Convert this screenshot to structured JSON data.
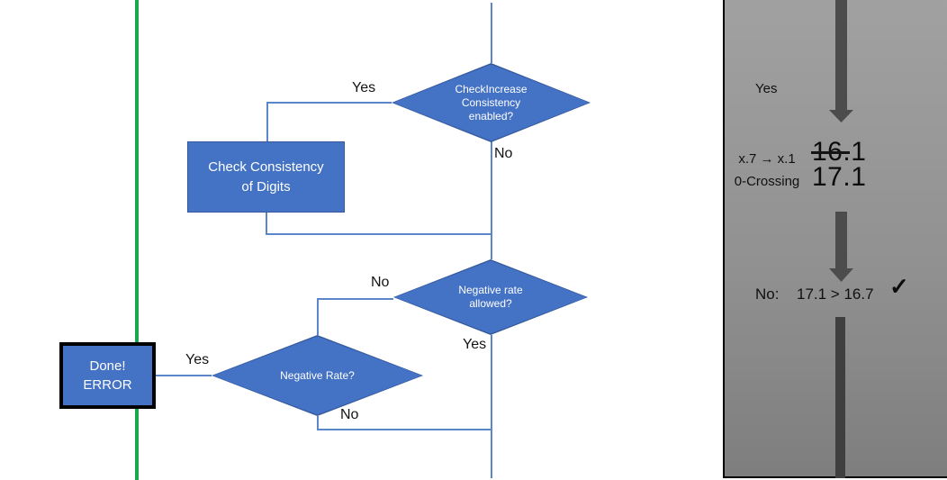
{
  "slide": {
    "flowchart": {
      "decisions": {
        "check_increase": {
          "line1": "CheckIncrease",
          "line2": "Consistency",
          "line3": "enabled?"
        },
        "negative_allowed": {
          "line1": "Negative rate",
          "line2": "allowed?"
        },
        "negative_rate": {
          "line1": "Negative Rate?"
        }
      },
      "process": {
        "line1": "Check Consistency",
        "line2": "of Digits"
      },
      "terminal": {
        "line1": "Done!",
        "line2": "ERROR"
      },
      "labels": {
        "check_increase_yes": "Yes",
        "check_increase_no": "No",
        "negative_allowed_no": "No",
        "negative_allowed_yes": "Yes",
        "negative_rate_yes": "Yes",
        "negative_rate_no": "No"
      }
    },
    "panel": {
      "yes_label": "Yes",
      "rule_line1": "x.7 → x.1",
      "rule_line2": "0-Crossing",
      "old_value": "16.1",
      "new_value": "17.1",
      "no_label": "No:",
      "comparison": "17.1 > 16.7",
      "checkmark": "✓"
    },
    "colors": {
      "shape_fill": "#4472c4",
      "shape_border": "#35599c",
      "connector": "#5b87ca",
      "guide_green": "#1aa64d",
      "panel_arrow": "#4c4c4c"
    }
  }
}
